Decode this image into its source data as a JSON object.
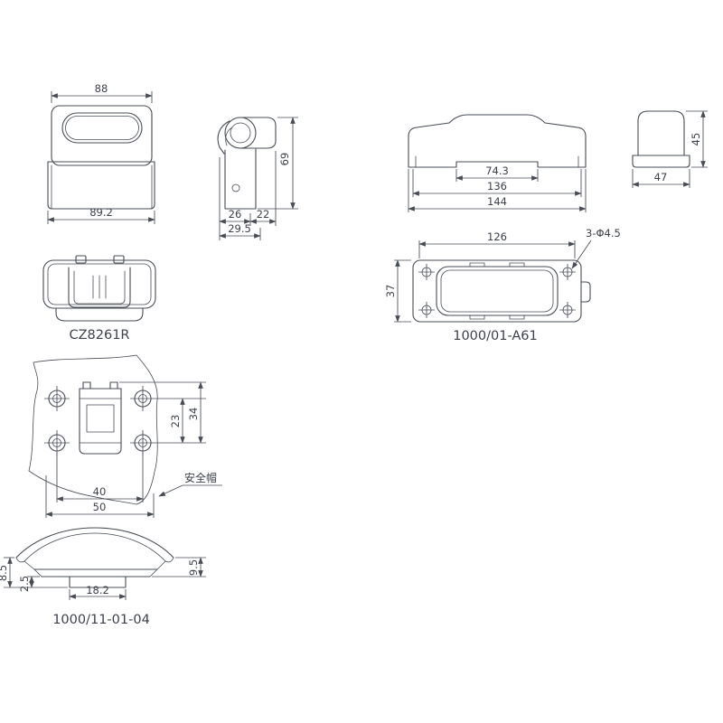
{
  "sheet": {
    "background": "#ffffff",
    "line_color": "#474c55"
  },
  "views": {
    "latch_front": {
      "dim_top_width": "88",
      "dim_bottom_width": "89.2"
    },
    "latch_side": {
      "dim_body_depth": "26",
      "dim_head_depth": "22",
      "dim_overall_depth": "29.5",
      "dim_height": "69"
    },
    "housing_front": {
      "dim_opening_width": "74.3",
      "dim_inner_width": "136",
      "dim_overall_width": "144"
    },
    "housing_side": {
      "dim_height": "45",
      "dim_width": "47"
    },
    "connector_bottom": {
      "label": "CZ8261R"
    },
    "baseplate_plan": {
      "dim_width": "126",
      "dim_height": "37",
      "hole_callout": "3-Φ4.5",
      "label": "1000/01-A61"
    },
    "mount_detail": {
      "dim_hole_spacing_v": "23",
      "dim_height": "34",
      "dim_hole_spacing_h": "40",
      "dim_width": "50",
      "callout": "安全帽"
    },
    "cap_profile": {
      "dim_height_right": "9.5",
      "dim_height_left": "8.5",
      "dim_step": "2.5",
      "dim_tab_width": "18.2",
      "label": "1000/11-01-04"
    }
  }
}
